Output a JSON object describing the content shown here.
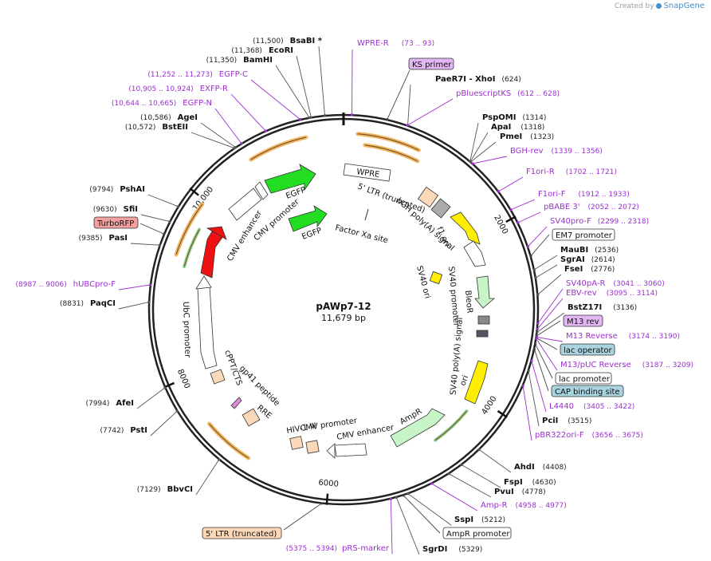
{
  "app": {
    "brand_prefix": "Created by",
    "brand_name": "SnapGene"
  },
  "plasmid": {
    "name": "pAWp7-12",
    "length": "11,679 bp",
    "total_bp": 11679
  },
  "colors": {
    "enzyme_line": "#555555",
    "primer": "#9b2fd0",
    "primer_box_fill": "#e2b6f3",
    "promoter_box_fill": "#ffffff",
    "misc_box_fill": "#a8d3df",
    "turborfp_fill": "#f4a0a0",
    "ltr_fill": "#fbd9b8",
    "gfp": "#22dd22",
    "rfp": "#ee1111",
    "yellow": "#ffee00",
    "orange_feature": "#f2b664"
  },
  "ticks": [
    {
      "bp": 2000,
      "label": "2000"
    },
    {
      "bp": 4000,
      "label": "4000"
    },
    {
      "bp": 6000,
      "label": "6000"
    },
    {
      "bp": 8000,
      "label": "8000"
    },
    {
      "bp": 10000,
      "label": "10,000"
    }
  ],
  "right_labels": [
    {
      "kind": "primer",
      "name": "WPRE-R",
      "range": "(73 .. 93)"
    },
    {
      "kind": "primer_box",
      "name": "KS primer",
      "range": ""
    },
    {
      "kind": "enzyme",
      "name": "PaeR7I - XhoI",
      "range": "(624)"
    },
    {
      "kind": "primer",
      "name": "pBluescriptKS",
      "range": "(612 .. 628)"
    },
    {
      "kind": "enzyme",
      "name": "PspOMI",
      "range": "(1314)"
    },
    {
      "kind": "enzyme",
      "name": "ApaI",
      "range": "(1318)"
    },
    {
      "kind": "enzyme",
      "name": "PmeI",
      "range": "(1323)"
    },
    {
      "kind": "primer",
      "name": "BGH-rev",
      "range": "(1339 .. 1356)"
    },
    {
      "kind": "primer",
      "name": "F1ori-R",
      "range": "(1702 .. 1721)"
    },
    {
      "kind": "primer",
      "name": "F1ori-F",
      "range": "(1912 .. 1933)"
    },
    {
      "kind": "primer",
      "name": "pBABE 3'",
      "range": "(2052 .. 2072)"
    },
    {
      "kind": "primer",
      "name": "SV40pro-F",
      "range": "(2299 .. 2318)"
    },
    {
      "kind": "promoter_box",
      "name": "EM7 promoter",
      "range": ""
    },
    {
      "kind": "enzyme",
      "name": "MauBI",
      "range": "(2536)"
    },
    {
      "kind": "enzyme",
      "name": "SgrAI",
      "range": "(2614)"
    },
    {
      "kind": "enzyme",
      "name": "FseI",
      "range": "(2776)"
    },
    {
      "kind": "primer",
      "name": "SV40pA-R",
      "range": "(3041 .. 3060)"
    },
    {
      "kind": "primer",
      "name": "EBV-rev",
      "range": "(3095 .. 3114)"
    },
    {
      "kind": "enzyme",
      "name": "BstZ17I",
      "range": "(3136)"
    },
    {
      "kind": "primer_box",
      "name": "M13 rev",
      "range": ""
    },
    {
      "kind": "primer",
      "name": "M13 Reverse",
      "range": "(3174 .. 3190)"
    },
    {
      "kind": "misc_box",
      "name": "lac operator",
      "range": ""
    },
    {
      "kind": "primer",
      "name": "M13/pUC Reverse",
      "range": "(3187 .. 3209)"
    },
    {
      "kind": "promoter_box",
      "name": "lac promoter",
      "range": ""
    },
    {
      "kind": "misc_box",
      "name": "CAP binding site",
      "range": ""
    },
    {
      "kind": "primer",
      "name": "L4440",
      "range": "(3405 .. 3422)"
    },
    {
      "kind": "enzyme",
      "name": "PciI",
      "range": "(3515)"
    },
    {
      "kind": "primer",
      "name": "pBR322ori-F",
      "range": "(3656 .. 3675)"
    },
    {
      "kind": "enzyme",
      "name": "AhdI",
      "range": "(4408)"
    },
    {
      "kind": "enzyme",
      "name": "FspI",
      "range": "(4630)"
    },
    {
      "kind": "enzyme",
      "name": "PvuI",
      "range": "(4778)"
    },
    {
      "kind": "primer",
      "name": "Amp-R",
      "range": "(4958 .. 4977)"
    },
    {
      "kind": "enzyme",
      "name": "SspI",
      "range": "(5212)"
    },
    {
      "kind": "promoter_box",
      "name": "AmpR promoter",
      "range": ""
    },
    {
      "kind": "enzyme",
      "name": "SgrDI",
      "range": "(5329)"
    },
    {
      "kind": "primer",
      "name": "pRS-marker",
      "range": "(5375 .. 5394)"
    }
  ],
  "left_labels": [
    {
      "kind": "enzyme",
      "name": "BsaBI *",
      "range": "(11,500)"
    },
    {
      "kind": "enzyme",
      "name": "EcoRI",
      "range": "(11,368)"
    },
    {
      "kind": "enzyme",
      "name": "BamHI",
      "range": "(11,350)"
    },
    {
      "kind": "primer",
      "name": "EGFP-C",
      "range": "(11,252 .. 11,273)"
    },
    {
      "kind": "primer",
      "name": "EXFP-R",
      "range": "(10,905 .. 10,924)"
    },
    {
      "kind": "primer",
      "name": "EGFP-N",
      "range": "(10,644 .. 10,665)"
    },
    {
      "kind": "enzyme",
      "name": "AgeI",
      "range": "(10,586)"
    },
    {
      "kind": "enzyme",
      "name": "BstEII",
      "range": "(10,572)"
    },
    {
      "kind": "enzyme",
      "name": "PshAI",
      "range": "(9794)"
    },
    {
      "kind": "enzyme",
      "name": "SfiI",
      "range": "(9630)"
    },
    {
      "kind": "feature_box",
      "name": "TurboRFP",
      "range": ""
    },
    {
      "kind": "enzyme",
      "name": "PasI",
      "range": "(9385)"
    },
    {
      "kind": "primer",
      "name": "hUBCpro-F",
      "range": "(8987 .. 9006)"
    },
    {
      "kind": "enzyme",
      "name": "PaqCI",
      "range": "(8831)"
    },
    {
      "kind": "enzyme",
      "name": "AfeI",
      "range": "(7994)"
    },
    {
      "kind": "enzyme",
      "name": "PstI",
      "range": "(7742)"
    },
    {
      "kind": "enzyme",
      "name": "BbvCI",
      "range": "(7129)"
    },
    {
      "kind": "ltr_box",
      "name": "5' LTR (truncated)",
      "range": ""
    }
  ],
  "inner_labels": [
    "WPRE",
    "5' LTR (truncated)",
    "bGH poly(A) signal",
    "f1 ori",
    "SV40 ori",
    "SV40 promoter",
    "BleoR",
    "SV40 poly(A) signal",
    "ori",
    "AmpR",
    "CMV enhancer",
    "CMV promoter",
    "HIV-1 Ψ",
    "RRE",
    "gp41 peptide",
    "cPPT/CTS",
    "UbC promoter",
    "EGFP",
    "EGFP",
    "Factor Xa site"
  ]
}
